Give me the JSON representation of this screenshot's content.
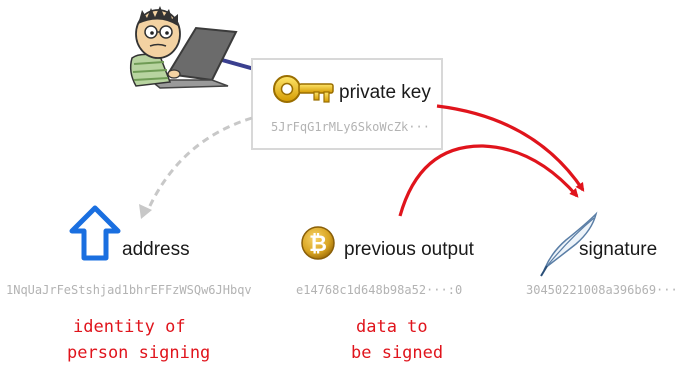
{
  "private_key": {
    "label": "private key",
    "value": "5JrFqG1rMLy6SkoWcZk···"
  },
  "address": {
    "label": "address",
    "value": "1NqUaJrFeStshjad1bhrEFFzWSQw6JHbqv",
    "note_line1": "identity of",
    "note_line2": "person signing"
  },
  "previous_output": {
    "label": "previous output",
    "value": "e14768c1d648b98a52···:0",
    "note_line1": "data to",
    "note_line2": "be signed"
  },
  "signature": {
    "label": "signature",
    "value": "30450221008a396b69···"
  },
  "colors": {
    "arrow_red": "#e0141c",
    "arrow_dashed": "#c8c8c8",
    "note_red": "#e0141c",
    "hash_gray": "#b3b3b3",
    "address_blue": "#1a6fe0",
    "key_gold": "#e6b800",
    "coin_gold": "#d9a521"
  }
}
